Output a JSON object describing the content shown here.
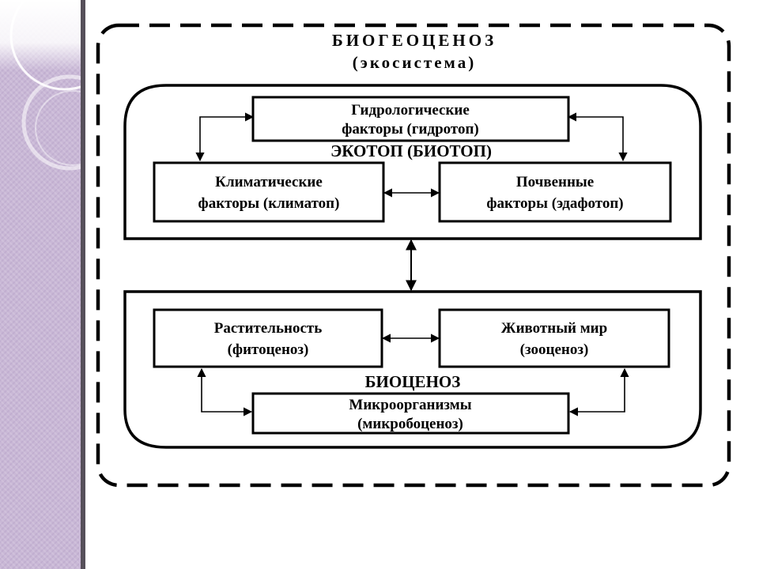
{
  "diagram": {
    "title": "БИОГЕОЦЕНОЗ",
    "subtitle": "(экосистема)",
    "ecotope": {
      "label": "ЭКОТОП (БИОТОП)",
      "hydro": {
        "line1": "Гидрологические",
        "line2": "факторы (гидротоп)"
      },
      "climate": {
        "line1": "Климатические",
        "line2": "факторы (климатоп)"
      },
      "soil": {
        "line1": "Почвенные",
        "line2": "факторы (эдафотоп)"
      }
    },
    "biocenosis": {
      "label": "БИОЦЕНОЗ",
      "plants": {
        "line1": "Растительность",
        "line2": "(фитоценоз)"
      },
      "animals": {
        "line1": "Животный мир",
        "line2": "(зооценоз)"
      },
      "microbes": {
        "line1": "Микроорганизмы",
        "line2": "(микробоценоз)"
      }
    }
  },
  "colors": {
    "side_panel": "#c9b8d6",
    "side_stripe": "#56505a",
    "ink": "#000000",
    "background": "#ffffff"
  }
}
